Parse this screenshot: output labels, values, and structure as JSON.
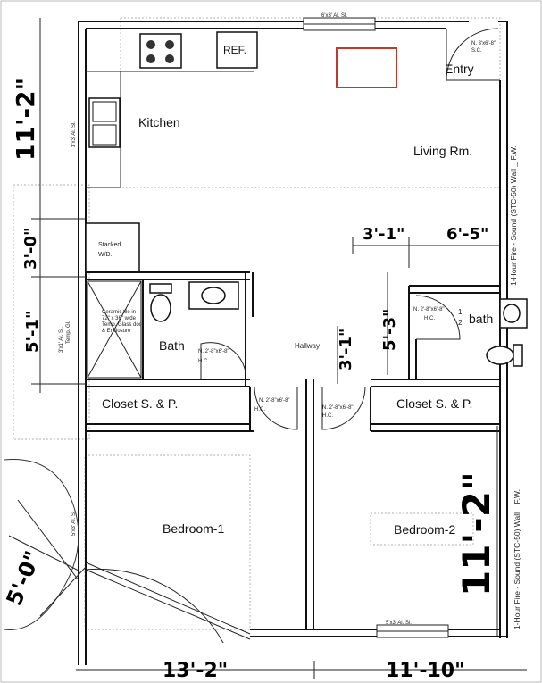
{
  "rooms": {
    "kitchen": "Kitchen",
    "living": "Living Rm.",
    "entry": "Entry",
    "bath_main": "Bath",
    "bath_half_num": "1",
    "bath_half_den": "2",
    "bath_half_word": "bath",
    "closet_left": "Closet S. & P.",
    "closet_right": "Closet S. & P.",
    "hallway": "Hallway",
    "bedroom1": "Bedroom-1",
    "bedroom2": "Bedroom-2",
    "stacked_wd_1": "Stacked",
    "stacked_wd_2": "W/D."
  },
  "fixtures": {
    "ref": "REF."
  },
  "dimensions": {
    "left_upper": "11'-2\"",
    "left_3_0": "3'-0\"",
    "left_5_1": "5'-1\"",
    "left_5_0": "5'-0\"",
    "mid_3_1a": "3'-1\"",
    "mid_6_5": "6'-5\"",
    "mid_5_3": "5'-3\"",
    "mid_3_1b": "3'-1\"",
    "right_11_2": "11'-2\"",
    "bottom_13_2": "13'-2\"",
    "bottom_11_10": "11'-10\""
  },
  "notes": {
    "window_top": "6'x3' Al. Sl.",
    "entry_door_1": "N. 3'x6'-8\"",
    "entry_door_2": "S.C.",
    "window_kitchen": "3'x3' Al. Sl.",
    "window_bath_1": "3'x1' Al. Sl.",
    "window_bath_2": "Temp. Gl.",
    "shower_1": "Ceramic tile in",
    "shower_2": "72\" x 36\" wide",
    "shower_3": "Temp. Glass door",
    "shower_4": "& Enclosure",
    "door_bath_1": "N. 2'-8\"x6'-8\"",
    "door_bath_2": "H.C.",
    "door_halfbath_1": "N. 2'-8\"x6'-8\"",
    "door_halfbath_2": "H.C.",
    "door_bed1_1": "N. 2'-8\"x6'-8\"",
    "door_bed1_2": "H.C.",
    "door_bed2_1": "N. 2'-8\"x6'-8\"",
    "door_bed2_2": "H.C.",
    "window_bed1": "5'x3' Al. Sl.",
    "window_bed2": "5'x3' Al. Sl.",
    "fire_wall_upper": "1-Hour Fire - Sound (STC-50) Wall _ F.W.",
    "fire_wall_lower": "1-Hour Fire - Sound (STC-50) Wall _ F.W."
  }
}
